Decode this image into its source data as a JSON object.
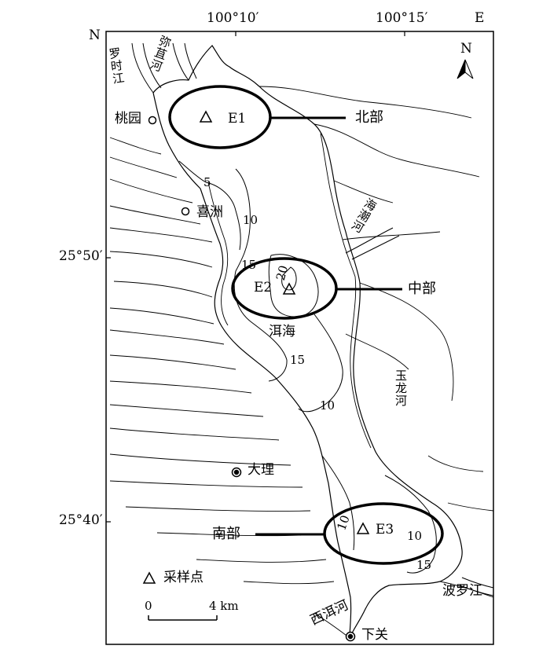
{
  "coords": {
    "lon_left": "100°10′",
    "lon_right": "100°15′",
    "lat_top": "25°50′",
    "lat_bottom": "25°40′",
    "corner_n": "N",
    "corner_e": "E"
  },
  "north_arrow": {
    "label": "N"
  },
  "regions": {
    "north": "北部",
    "middle": "中部",
    "south": "南部"
  },
  "sites": {
    "e1": "E1",
    "e2": "E2",
    "e3": "E3"
  },
  "places": {
    "taoyuan": "桃园",
    "xizhou": "喜洲",
    "dali": "大理",
    "xiaguan": "下关",
    "lake": "洱海"
  },
  "rivers": {
    "luoshijiang": "罗时江",
    "mijuhe": "弥苴河",
    "haichaohe": "海潮河",
    "yulonghe": "玉龙河",
    "boluojiang": "波罗江",
    "xierhe": "西洱河"
  },
  "contours": {
    "c5": "5",
    "c10a": "10",
    "c15a": "15",
    "c20": "20",
    "c15b": "15",
    "c10b": "10",
    "c10c": "10",
    "c10d": "10",
    "c15c": "15"
  },
  "legend": {
    "symbol": "△",
    "label": "采样点",
    "scale_start": "0",
    "scale_end": "4 km"
  }
}
